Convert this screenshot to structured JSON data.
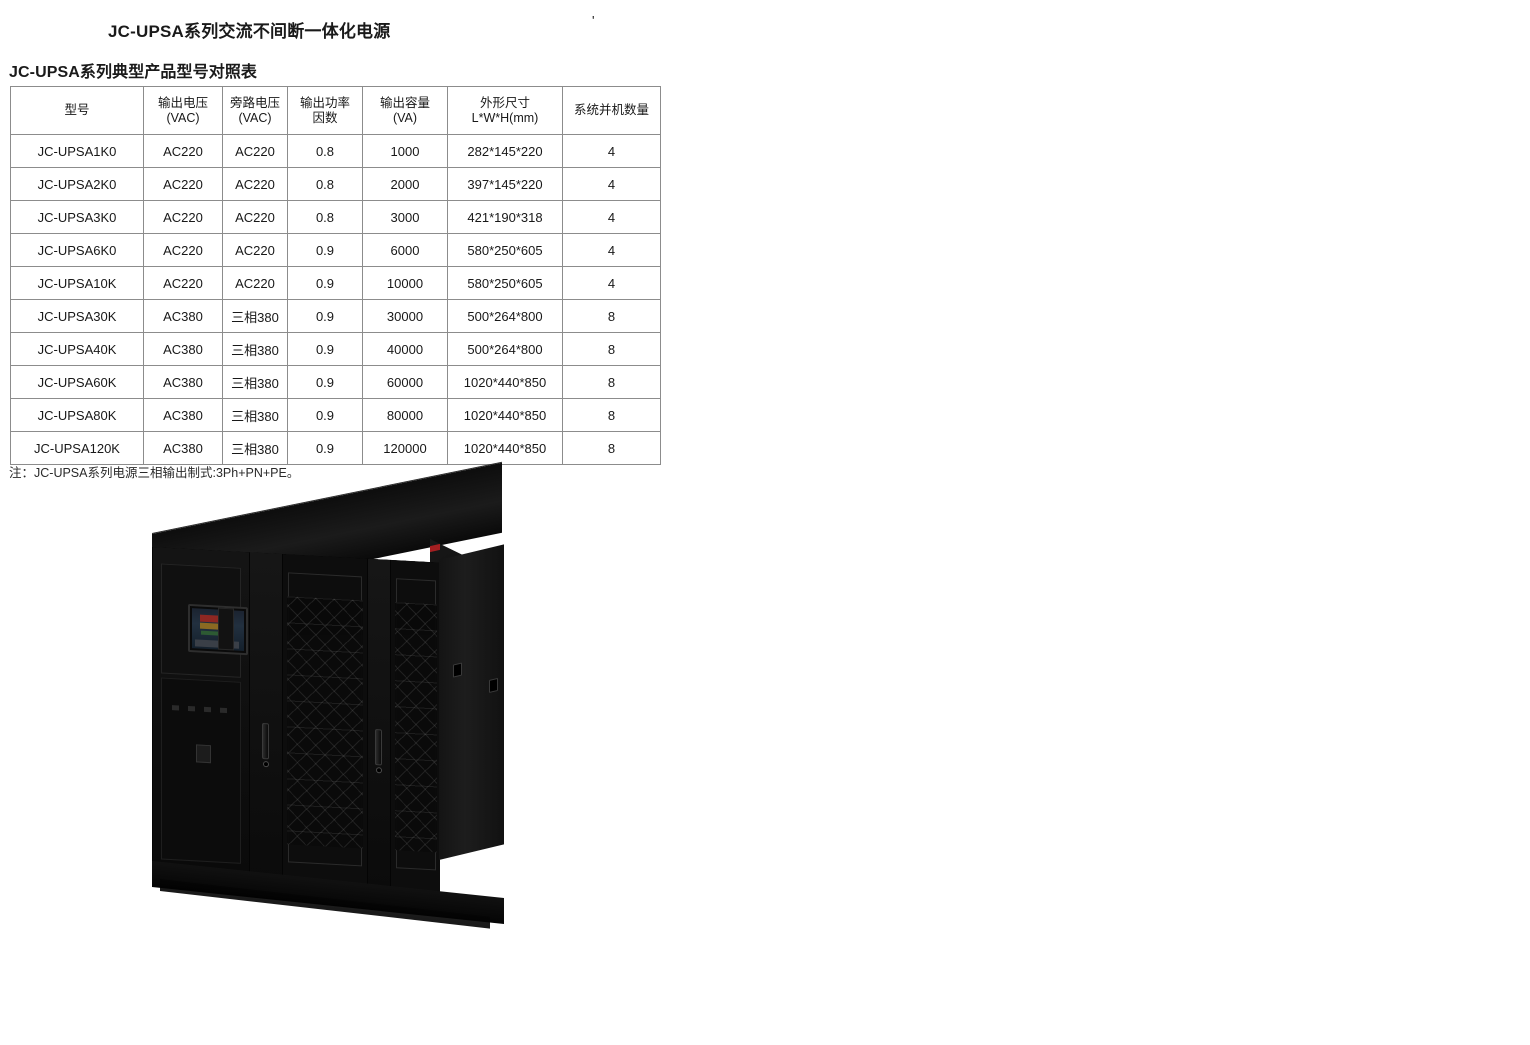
{
  "document": {
    "title": "JC-UPSA系列交流不间断一体化电源",
    "corner_mark": "'",
    "section_title": "JC-UPSA系列典型产品型号对照表",
    "footnote": "注：JC-UPSA系列电源三相输出制式:3Ph+PN+PE。"
  },
  "table": {
    "headers": [
      {
        "line1": "型号",
        "line2": ""
      },
      {
        "line1": "输出电压",
        "line2": "(VAC)"
      },
      {
        "line1": "旁路电压",
        "line2": "(VAC)"
      },
      {
        "line1": "输出功率",
        "line2": "因数"
      },
      {
        "line1": "输出容量",
        "line2": "(VA)"
      },
      {
        "line1": "外形尺寸",
        "line2": "L*W*H(mm)"
      },
      {
        "line1": "系统并机数量",
        "line2": ""
      }
    ],
    "rows": [
      {
        "model": "JC-UPSA1K0",
        "output_voltage": "AC220",
        "bypass_voltage": "AC220",
        "power_factor": "0.8",
        "capacity": "1000",
        "dimensions": "282*145*220",
        "parallel": "4"
      },
      {
        "model": "JC-UPSA2K0",
        "output_voltage": "AC220",
        "bypass_voltage": "AC220",
        "power_factor": "0.8",
        "capacity": "2000",
        "dimensions": "397*145*220",
        "parallel": "4"
      },
      {
        "model": "JC-UPSA3K0",
        "output_voltage": "AC220",
        "bypass_voltage": "AC220",
        "power_factor": "0.8",
        "capacity": "3000",
        "dimensions": "421*190*318",
        "parallel": "4"
      },
      {
        "model": "JC-UPSA6K0",
        "output_voltage": "AC220",
        "bypass_voltage": "AC220",
        "power_factor": "0.9",
        "capacity": "6000",
        "dimensions": "580*250*605",
        "parallel": "4"
      },
      {
        "model": "JC-UPSA10K",
        "output_voltage": "AC220",
        "bypass_voltage": "AC220",
        "power_factor": "0.9",
        "capacity": "10000",
        "dimensions": "580*250*605",
        "parallel": "4"
      },
      {
        "model": "JC-UPSA30K",
        "output_voltage": "AC380",
        "bypass_voltage": "三相380",
        "power_factor": "0.9",
        "capacity": "30000",
        "dimensions": "500*264*800",
        "parallel": "8"
      },
      {
        "model": "JC-UPSA40K",
        "output_voltage": "AC380",
        "bypass_voltage": "三相380",
        "power_factor": "0.9",
        "capacity": "40000",
        "dimensions": "500*264*800",
        "parallel": "8"
      },
      {
        "model": "JC-UPSA60K",
        "output_voltage": "AC380",
        "bypass_voltage": "三相380",
        "power_factor": "0.9",
        "capacity": "60000",
        "dimensions": "1020*440*850",
        "parallel": "8"
      },
      {
        "model": "JC-UPSA80K",
        "output_voltage": "AC380",
        "bypass_voltage": "三相380",
        "power_factor": "0.9",
        "capacity": "80000",
        "dimensions": "1020*440*850",
        "parallel": "8"
      },
      {
        "model": "JC-UPSA120K",
        "output_voltage": "AC380",
        "bypass_voltage": "三相380",
        "power_factor": "0.9",
        "capacity": "120000",
        "dimensions": "1020*440*850",
        "parallel": "8"
      }
    ]
  },
  "product_photo": {
    "alt": "JC-UPSA 系列一体化电源机柜照片",
    "cabinet_color": "#0b0b0b",
    "brand_logo_color": "#a41f21",
    "lcd_colors": {
      "background": "#22303f",
      "red": "#8d2722",
      "amber": "#8a6a22",
      "green": "#2d5a33"
    }
  }
}
